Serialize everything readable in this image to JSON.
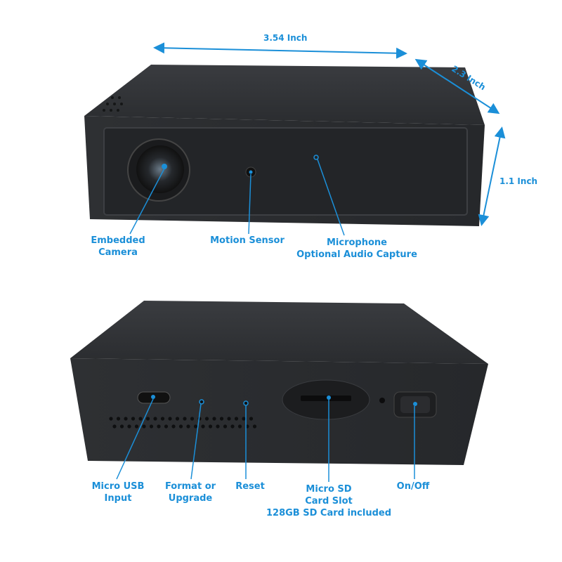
{
  "dimensions": {
    "width": "3.54 Inch",
    "depth": "2.3 Inch",
    "height": "1.1 Inch"
  },
  "front_view": {
    "labels": {
      "camera": [
        "Embedded",
        "Camera"
      ],
      "motion": "Motion Sensor",
      "microphone": [
        "Microphone",
        "Optional Audio Capture"
      ]
    }
  },
  "back_view": {
    "labels": {
      "usb": [
        "Micro USB",
        "Input"
      ],
      "format": [
        "Format or",
        "Upgrade"
      ],
      "reset": "Reset",
      "sd": [
        "Micro SD",
        "Card Slot",
        "128GB SD Card included"
      ],
      "power": "On/Off"
    }
  },
  "colors": {
    "accent": "#1b8fd8",
    "device": "#2b2d30"
  }
}
